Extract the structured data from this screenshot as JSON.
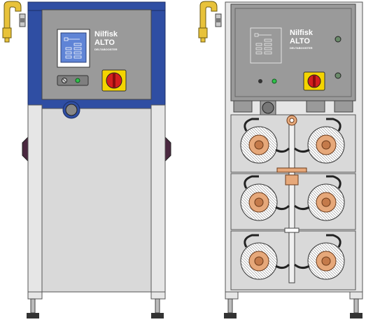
{
  "left_unit": {
    "brand_line1": "Nilfisk",
    "brand_line2": "ALTO",
    "model": "DELTABOOSTER"
  },
  "right_unit": {
    "brand_line1": "Nilfisk",
    "brand_line2": "ALTO",
    "model": "DELTABOOSTER"
  },
  "colors": {
    "frame_blue": "#2f4ea3",
    "panel_gray": "#9a9a9a",
    "body_gray": "#d9d9d9",
    "side_handle": "#4a2840",
    "switch_yellow": "#f4d400",
    "switch_red": "#d41e1e",
    "brass": "#e8c23a",
    "pump_copper": "#e6a87a",
    "indicator_green": "#2ec24a"
  }
}
